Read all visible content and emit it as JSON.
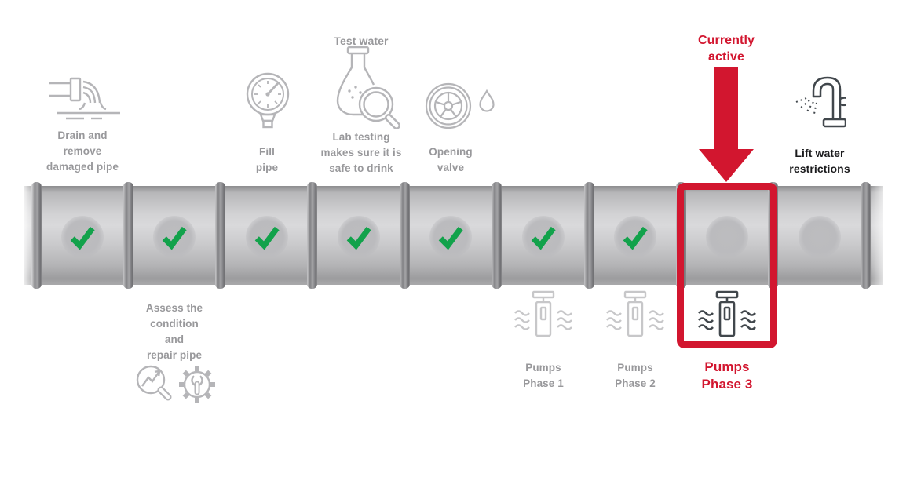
{
  "colors": {
    "accent_red": "#d2162f",
    "check_green": "#12a24b",
    "gray_text": "#98989b",
    "dark_text": "#1b1b1d",
    "icon_gray": "#b5b5b8",
    "icon_light_gray": "#c7c7c9",
    "icon_dark": "#41474c"
  },
  "legend": {
    "currently_active": {
      "lines": [
        "Currently",
        "active"
      ]
    }
  },
  "pipeline": {
    "segments_total": 9,
    "completed_count": 7,
    "active_index": 7
  },
  "stages": [
    {
      "id": "drain",
      "state": "completed",
      "label_position": "top",
      "icon": "drain-pipe-icon",
      "lines": [
        "Drain and",
        "remove",
        "damaged pipe"
      ]
    },
    {
      "id": "assess",
      "state": "completed",
      "label_position": "bottom",
      "icon": "magnifier-chart-icon, gear-wrench-icon",
      "lines": [
        "Assess the",
        "condition",
        "and",
        "repair pipe"
      ]
    },
    {
      "id": "fill",
      "state": "completed",
      "label_position": "top",
      "icon": "pressure-gauge-icon",
      "lines": [
        "Fill",
        "pipe"
      ]
    },
    {
      "id": "test",
      "state": "completed",
      "label_position": "top",
      "icon": "flask-magnifier-icon",
      "title": "Test water",
      "lines": [
        "Lab testing",
        "makes sure it is",
        "safe to drink"
      ]
    },
    {
      "id": "valve",
      "state": "completed",
      "label_position": "top",
      "icon": "valve-wheel-icon",
      "lines": [
        "Opening",
        "valve"
      ]
    },
    {
      "id": "pumps1",
      "state": "completed",
      "label_position": "bottom",
      "icon": "pump-icon",
      "lines": [
        "Pumps",
        "Phase 1"
      ]
    },
    {
      "id": "pumps2",
      "state": "completed",
      "label_position": "bottom",
      "icon": "pump-icon",
      "lines": [
        "Pumps",
        "Phase 2"
      ]
    },
    {
      "id": "pumps3",
      "state": "active",
      "label_position": "bottom",
      "icon": "pump-icon",
      "lines": [
        "Pumps",
        "Phase 3"
      ]
    },
    {
      "id": "lift",
      "state": "upcoming",
      "label_position": "top",
      "icon": "water-tap-icon",
      "lines": [
        "Lift water",
        "restrictions"
      ]
    }
  ]
}
